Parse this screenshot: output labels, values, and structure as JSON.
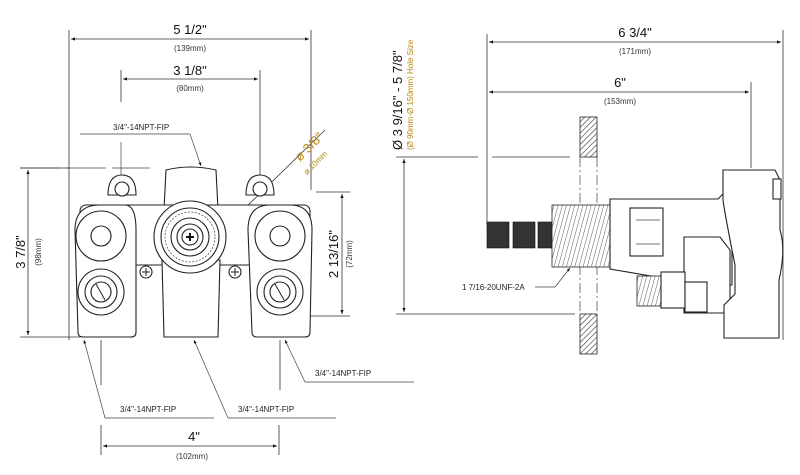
{
  "front_view": {
    "dims": {
      "overall_width": {
        "inch": "5 1/2\"",
        "mm": "(139mm)"
      },
      "port_spacing_top": {
        "inch": "3 1/8\"",
        "mm": "(80mm)"
      },
      "overall_height": {
        "inch": "3 7/8\"",
        "mm": "(98mm)"
      },
      "port_height": {
        "inch": "2 13/16\"",
        "mm": "(72mm)"
      },
      "mount_hole": {
        "inch": "ø 3/8\"",
        "mm": "ø 10mm"
      },
      "port_spacing_bottom": {
        "inch": "4\"",
        "mm": "(102mm)"
      }
    },
    "callouts": {
      "top": "3/4\"-14NPT-FIP",
      "bottom_left": "3/4\"-14NPT-FIP",
      "bottom_center": "3/4\"-14NPT-FIP",
      "bottom_right": "3/4\"-14NPT-FIP"
    }
  },
  "side_view": {
    "dims": {
      "overall_depth": {
        "inch": "6 3/4\"",
        "mm": "(171mm)"
      },
      "stem_depth": {
        "inch": "6\"",
        "mm": "(153mm)"
      },
      "hole_size": {
        "inch": "Ø 3 9/16\" - 5 7/8\"",
        "mm": "(Ø 90mm-Ø 150mm) Hole Size"
      }
    },
    "callouts": {
      "thread": "1 7/16-20UNF-2A"
    }
  },
  "colors": {
    "line": "#222222",
    "accent_text": "#b8860b"
  }
}
